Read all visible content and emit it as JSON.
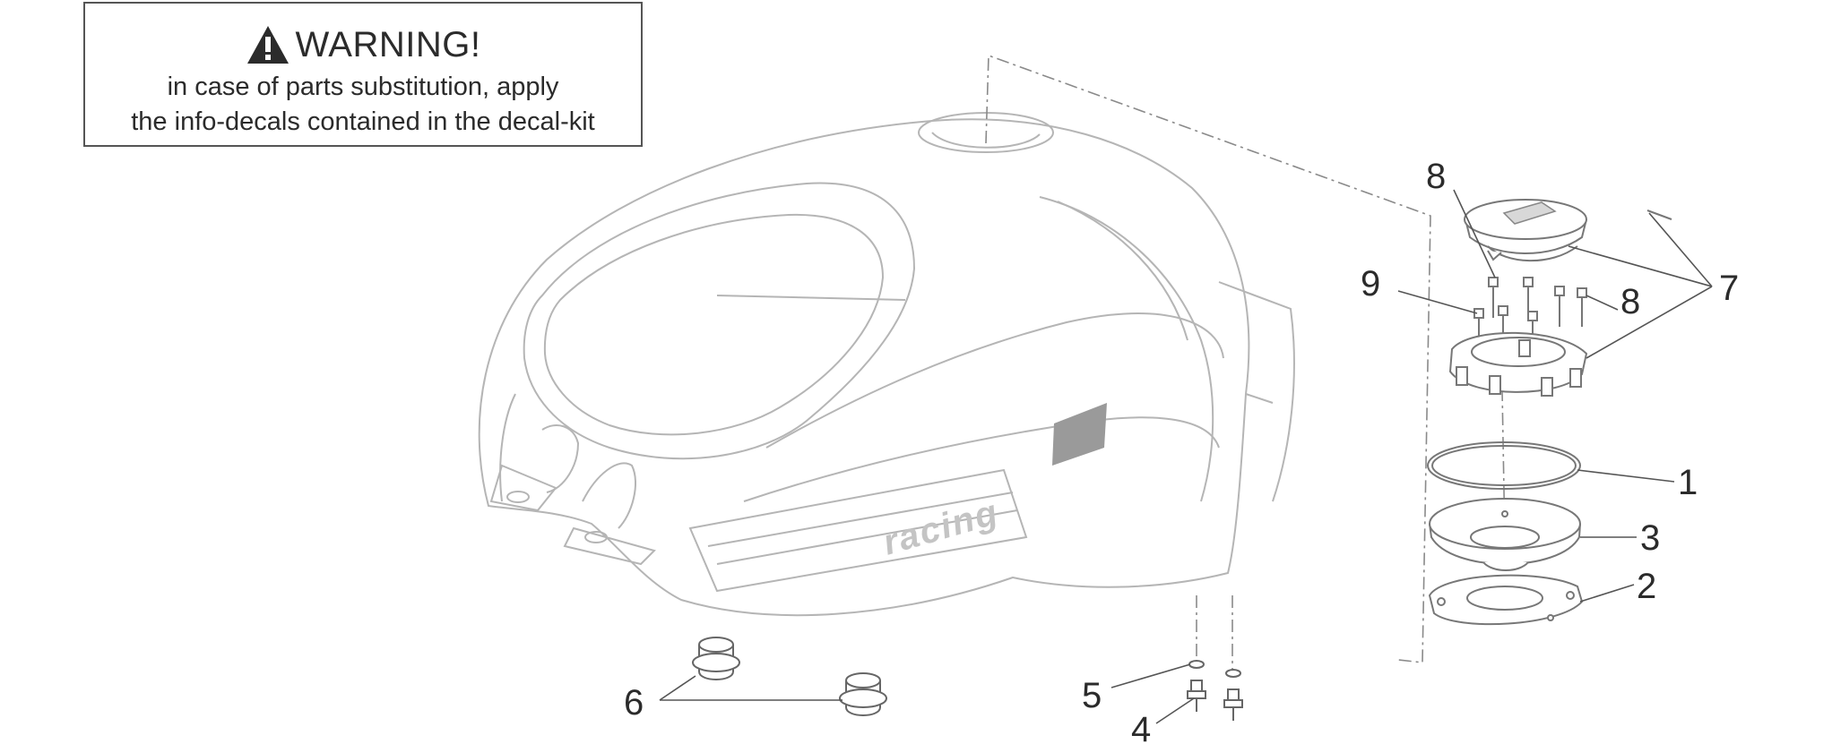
{
  "warning": {
    "icon": "warning-triangle-icon",
    "title": "WARNING!",
    "line1": "in case of parts substitution, apply",
    "line2": "the info-decals contained in the decal-kit"
  },
  "tank_decal_text": "racing",
  "callouts": {
    "c1": "1",
    "c2": "2",
    "c3": "3",
    "c4": "4",
    "c5": "5",
    "c6": "6",
    "c7": "7",
    "c8a": "8",
    "c8b": "8",
    "c9": "9"
  },
  "colors": {
    "outline": "#8a8a8a",
    "tank_outline": "#b5b5b5",
    "text": "#2b2b2b",
    "decal": "#c4c4c4",
    "decal_block": "#9a9a9a"
  }
}
